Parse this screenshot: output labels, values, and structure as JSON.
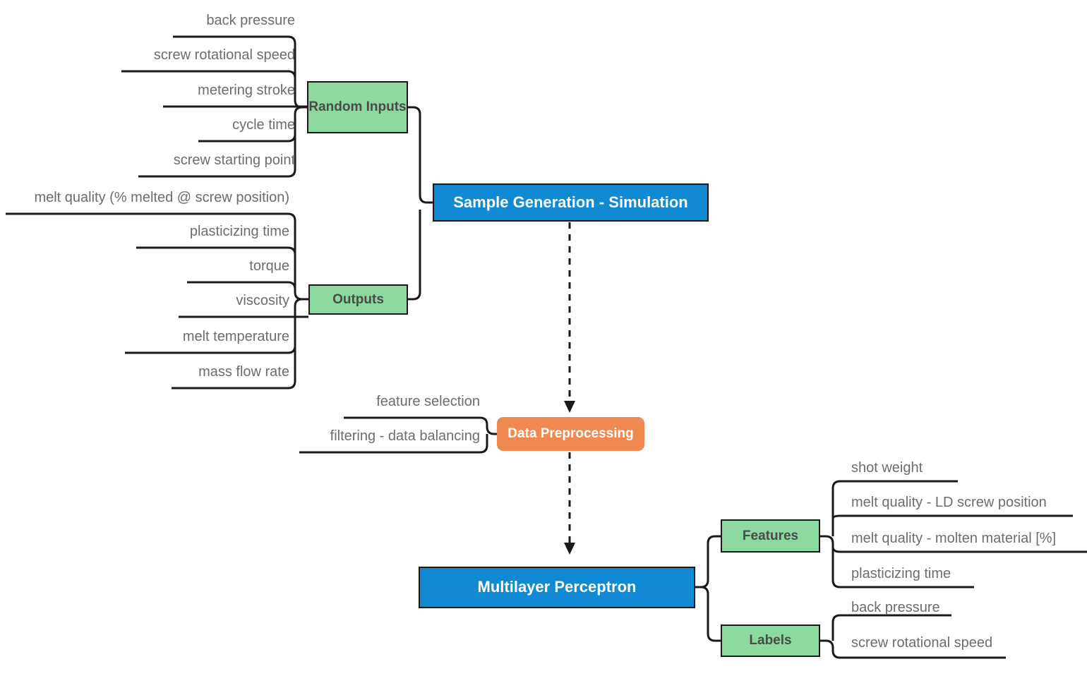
{
  "diagram": {
    "title": "Injection Molding ML Pipeline Mindmap",
    "colors": {
      "green": "#8cd9a0",
      "blue": "#1189d3",
      "orange": "#f0894f",
      "stroke": "#1a1a1a",
      "leaf_text": "#6d6d6d",
      "node_text_dark": "#4a4a4a",
      "node_text_light": "#ffffff",
      "background": "#ffffff"
    },
    "nodes": {
      "random_inputs": "Random Inputs",
      "outputs": "Outputs",
      "sample_generation": "Sample Generation - Simulation",
      "data_preprocessing": "Data Preprocessing",
      "multilayer_perceptron": "Multilayer Perceptron",
      "features": "Features",
      "labels": "Labels"
    },
    "random_inputs_leaves": [
      "back pressure",
      "screw rotational speed",
      "metering stroke",
      "cycle time",
      "screw starting point"
    ],
    "outputs_leaves": [
      "melt quality (% melted @ screw position)",
      "plasticizing time",
      "torque",
      "viscosity",
      "melt temperature",
      "mass flow rate"
    ],
    "preprocessing_leaves": [
      "feature selection",
      "filtering - data balancing"
    ],
    "features_leaves": [
      "shot weight",
      "melt quality - LD screw position",
      "melt quality - molten material [%]",
      "plasticizing time"
    ],
    "labels_leaves": [
      "back pressure",
      "screw rotational speed"
    ]
  }
}
